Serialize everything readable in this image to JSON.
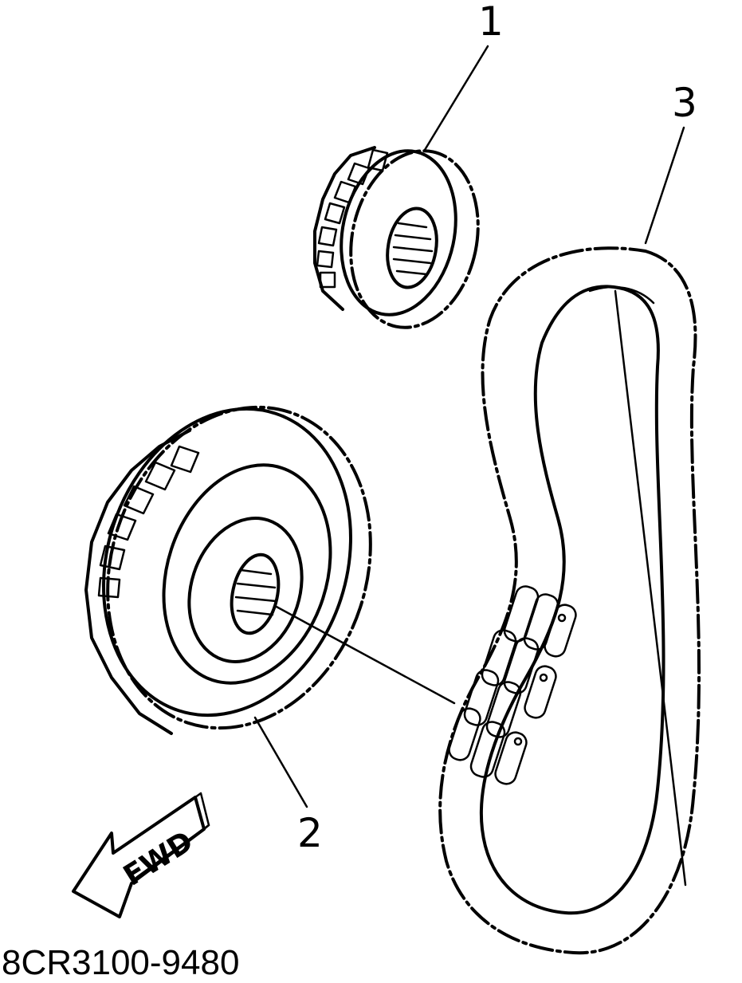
{
  "callouts": {
    "part_1": "1",
    "part_2": "2",
    "part_3": "3"
  },
  "direction_arrow": {
    "label": "FWD"
  },
  "figure_code": "8CR3100-9480",
  "colors": {
    "ink": "#000000",
    "background": "#ffffff"
  }
}
